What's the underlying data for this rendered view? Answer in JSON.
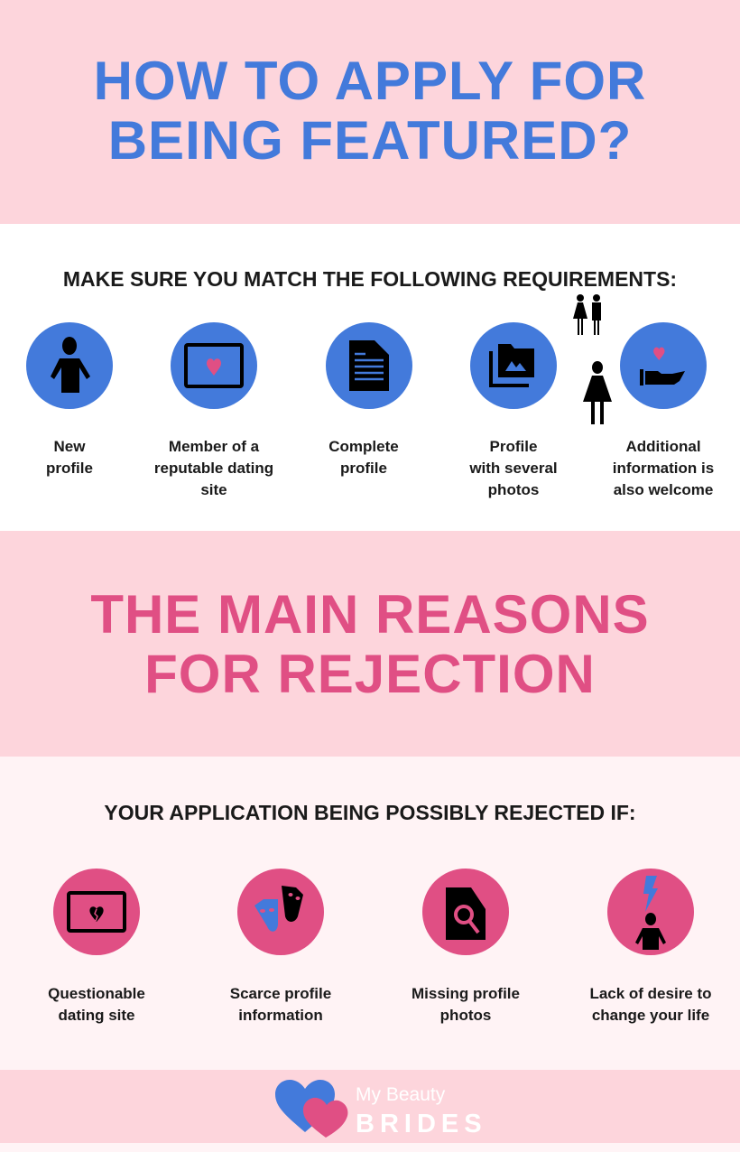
{
  "header": {
    "title_line1": "HOW TO APPLY FOR",
    "title_line2": "BEING FEATURED?"
  },
  "requirements": {
    "heading": "MAKE SURE YOU MATCH THE FOLLOWING REQUIREMENTS:",
    "items": [
      {
        "icon": "person-icon",
        "line1": "New",
        "line2": "profile",
        "line3": ""
      },
      {
        "icon": "tablet-heart-icon",
        "line1": "Member of a",
        "line2": "reputable dating",
        "line3": "site"
      },
      {
        "icon": "document-icon",
        "line1": "Complete",
        "line2": "profile",
        "line3": ""
      },
      {
        "icon": "photo-folder-icon",
        "line1": "Profile",
        "line2": "with several",
        "line3": "photos"
      },
      {
        "icon": "hand-heart-icon",
        "line1": "Additional",
        "line2": "information is",
        "line3": "also welcome"
      }
    ]
  },
  "rejection": {
    "title_line1": "THE MAIN REASONS",
    "title_line2": "FOR REJECTION",
    "heading": "YOUR APPLICATION BEING POSSIBLY REJECTED IF:",
    "items": [
      {
        "icon": "broken-heart-tablet-icon",
        "line1": "Questionable",
        "line2": "dating site"
      },
      {
        "icon": "theater-masks-icon",
        "line1": "Scarce profile",
        "line2": "information"
      },
      {
        "icon": "file-search-icon",
        "line1": "Missing profile",
        "line2": "photos"
      },
      {
        "icon": "lightning-person-icon",
        "line1": "Lack of desire to",
        "line2": "change your life"
      }
    ]
  },
  "footer": {
    "logo_line1": "My Beauty",
    "logo_line2": "BRIDES"
  },
  "colors": {
    "blue": "#437adb",
    "pink": "#e04f84",
    "bg_pink": "#fdd5dc"
  }
}
